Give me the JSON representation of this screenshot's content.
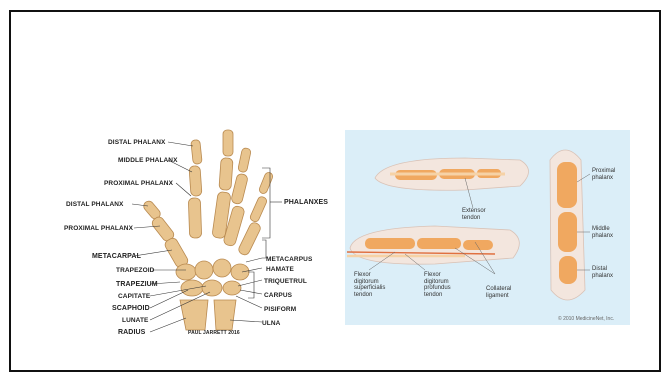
{
  "hand_diagram": {
    "labels": {
      "distal_phalanx_top": "DISTAL PHALANX",
      "middle_phalanx": "MIDDLE PHALANX",
      "proximal_phalanx": "PROXIMAL PHALANX",
      "distal_phalanx_thumb": "DISTAL PHALANX",
      "proximal_phalanx_thumb": "PROXIMAL PHALANX",
      "metacarpal": "METACARPAL",
      "trapezoid": "TRAPEZOID",
      "trapezium": "TRAPEZIUM",
      "capitate": "CAPITATE",
      "scaphoid": "SCAPHOID",
      "lunate": "LUNATE",
      "radius": "RADIUS",
      "phalanxes": "PHALANXES",
      "metacarpus": "METACARPUS",
      "hamate": "HAMATE",
      "triquetrul": "TRIQUETRUL",
      "carpus": "CARPUS",
      "pisiform": "PISIFORM",
      "ulna": "ULNA"
    },
    "credit": "PAUL JARRETT 2016",
    "colors": {
      "bone": "#e8c48e",
      "bone_dark": "#c99a5e",
      "line": "#333333"
    }
  },
  "finger_diagram": {
    "labels": {
      "extensor_tendon": "Extensor\ntendon",
      "flexor_superficialis": "Flexor\ndigitorum\nsuperficialis\ntendon",
      "flexor_profundus": "Flexor\ndigitorum\nprofundus\ntendon",
      "collateral_ligament": "Collateral\nligament",
      "proximal_phalanx": "Proximal\nphalanx",
      "middle_phalanx": "Middle\nphalanx",
      "distal_phalanx": "Distal\nphalanx"
    },
    "copyright": "© 2010 MedicineNet, Inc.",
    "colors": {
      "background": "#dbeef8",
      "skin": "#f3e6de",
      "bone": "#f0a860",
      "tendon": "#f6d2a6"
    }
  }
}
